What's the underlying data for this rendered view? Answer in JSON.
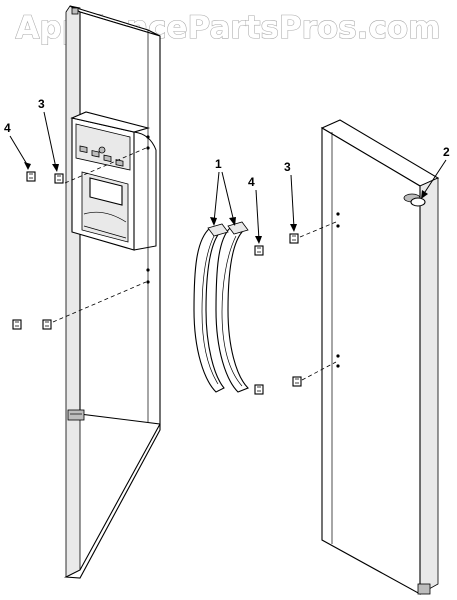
{
  "watermark": "AppliancePartsPros.com",
  "callouts": {
    "handles": "1",
    "plug": "2",
    "clip_left": "3",
    "bracket_left": "4",
    "clip_right": "3",
    "bracket_right": "4"
  },
  "colors": {
    "line": "#000000",
    "watermark_stroke": "#a8a8a8",
    "background": "#ffffff"
  }
}
